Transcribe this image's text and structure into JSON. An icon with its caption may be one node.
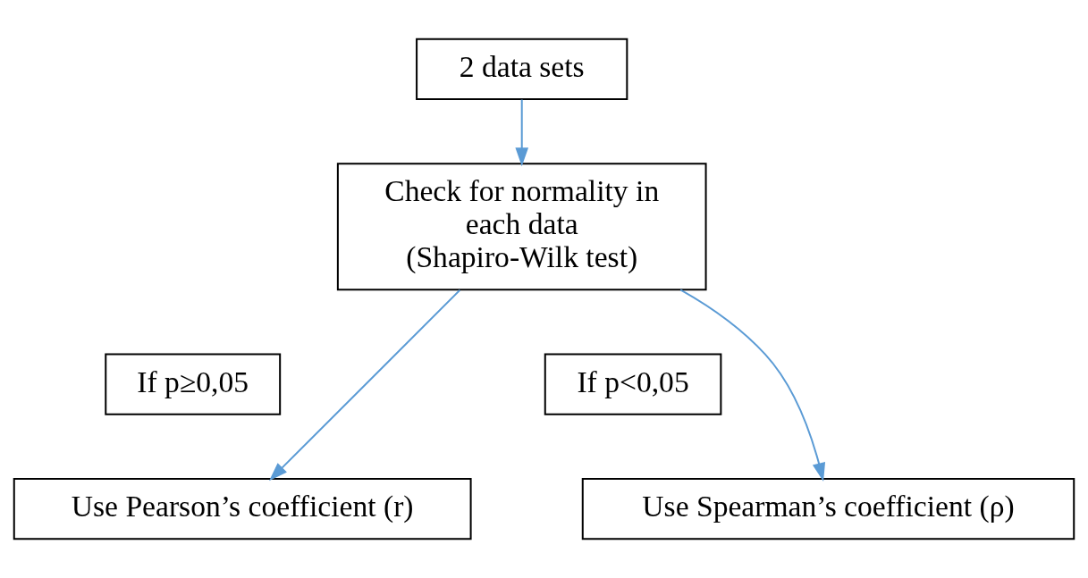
{
  "diagram": {
    "nodes": [
      {
        "text": [
          "2 data sets"
        ]
      },
      {
        "text": [
          "Check for normality in each data (Shapiro-Wilk test)"
        ]
      },
      {
        "text": [
          "If p≥0,05"
        ]
      },
      {
        "text": [
          "If p<0,05"
        ]
      },
      {
        "text": [
          "Use Pearson’s coefficient (r)"
        ]
      },
      {
        "text": [
          "Use Spearman’s coefficient (ρ)"
        ]
      }
    ],
    "edges": [
      {
        "from": 0,
        "to": 1,
        "arrow": "to",
        "color": "#5b9bd5"
      },
      {
        "from": 1,
        "to": 4,
        "arrow": "to",
        "color": "#5b9bd5"
      },
      {
        "from": 1,
        "to": 5,
        "arrow": "to",
        "color": "#5b9bd5"
      }
    ]
  }
}
